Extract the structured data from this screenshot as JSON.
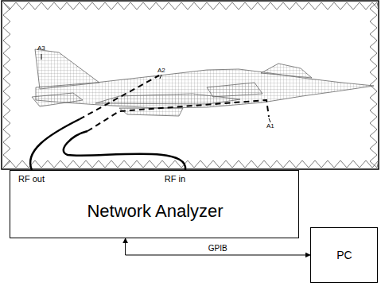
{
  "diagram": {
    "nodes": [
      {
        "text": [
          "RF out",
          "RF in",
          "Network Analyzer"
        ]
      },
      {
        "text": [
          "PC"
        ]
      }
    ],
    "edges": [
      {
        "from": 0,
        "to": 1,
        "label": "GPIB",
        "arrow": "both"
      }
    ],
    "labels": [
      "A3",
      "A2",
      "A1"
    ]
  }
}
